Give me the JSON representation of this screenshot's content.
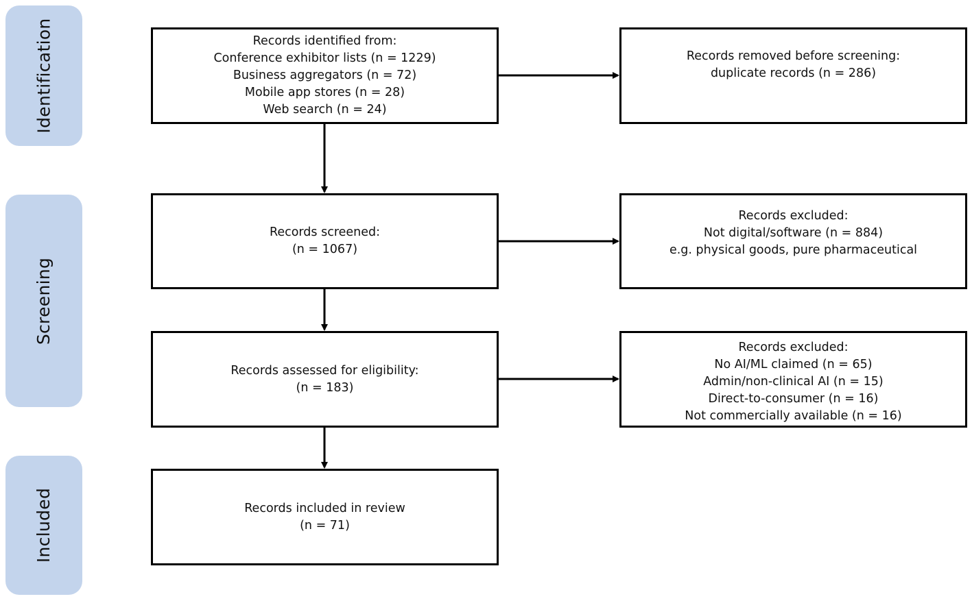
{
  "stages": {
    "identification": "Identification",
    "screening": "Screening",
    "included": "Included"
  },
  "boxes": {
    "identified": {
      "lines": [
        "Records identified from:",
        "Conference exhibitor lists (n = 1229)",
        "Business aggregators (n = 72)",
        "Mobile app stores (n = 28)",
        "Web search (n = 24)"
      ]
    },
    "removed": {
      "lines": [
        "Records removed before screening:",
        "duplicate records (n = 286)"
      ]
    },
    "screened": {
      "lines": [
        "Records screened:",
        "(n = 1067)"
      ]
    },
    "excluded_1": {
      "lines": [
        "Records excluded:",
        "Not digital/software (n = 884)",
        "e.g. physical goods, pure pharmaceutical"
      ]
    },
    "eligibility": {
      "lines": [
        "Records assessed for eligibility:",
        "(n = 183)"
      ]
    },
    "excluded_2": {
      "lines": [
        "Records excluded:",
        "No AI/ML claimed (n = 65)",
        "Admin/non-clinical AI (n = 15)",
        "Direct-to-consumer (n = 16)",
        "Not commercially available (n = 16)"
      ]
    },
    "included": {
      "lines": [
        "Records included in review",
        "(n = 71)"
      ]
    }
  },
  "colors": {
    "stage_fill": "#c3d4ec",
    "border": "#000000",
    "arrow": "#000000"
  }
}
